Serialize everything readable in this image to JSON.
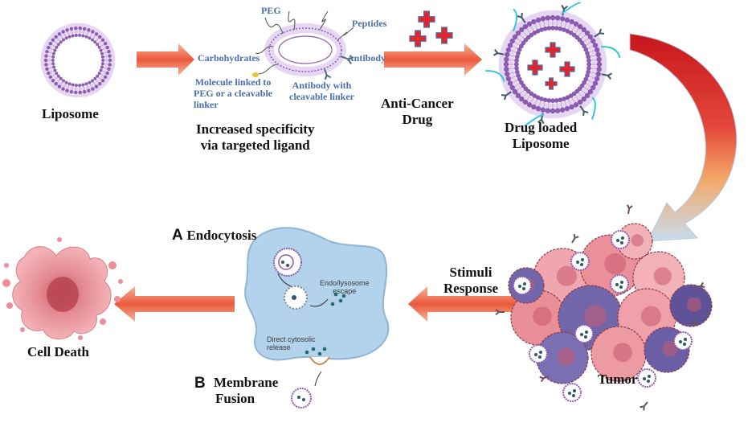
{
  "stages": {
    "liposome": "Liposome",
    "specificity": [
      "Increased specificity",
      "via targeted ligand"
    ],
    "drug": [
      "Anti-Cancer",
      "Drug"
    ],
    "drug_loaded": [
      "Drug loaded",
      "Liposome"
    ],
    "tumor": "Tumor",
    "stimuli": [
      "Stimuli",
      "Response"
    ],
    "cell_death": "Cell Death"
  },
  "ligands": {
    "peg": "PEG",
    "peptides": "Peptides",
    "carbohydrates": "Carbohydrates",
    "antibody": "Antibody",
    "molecule_linked": [
      "Molecule linked to",
      "PEG or a cleavable",
      "linker"
    ],
    "antibody_cleavable": [
      "Antibody with",
      "cleavable linker"
    ]
  },
  "mechanisms": {
    "a_letter": "A",
    "a_text": "Endocytosis",
    "b_letter": "B",
    "b_text": [
      "Membrane",
      "Fusion"
    ],
    "endo_escape": [
      "Endo/lysosome",
      "escape"
    ],
    "direct_release": [
      "Direct cytosolic",
      "release"
    ]
  },
  "colors": {
    "arrow": "#e8553a",
    "lipid": "#8a5bb0",
    "lipid_light": "#e6d6f2",
    "ligand_text": "#4a6fae",
    "drug": "#e0262a",
    "cell": "#a9cbe8",
    "cell_death": "#ec8f97",
    "tumor_pink": "#ee9aa3",
    "tumor_purple": "#6f63a8"
  }
}
